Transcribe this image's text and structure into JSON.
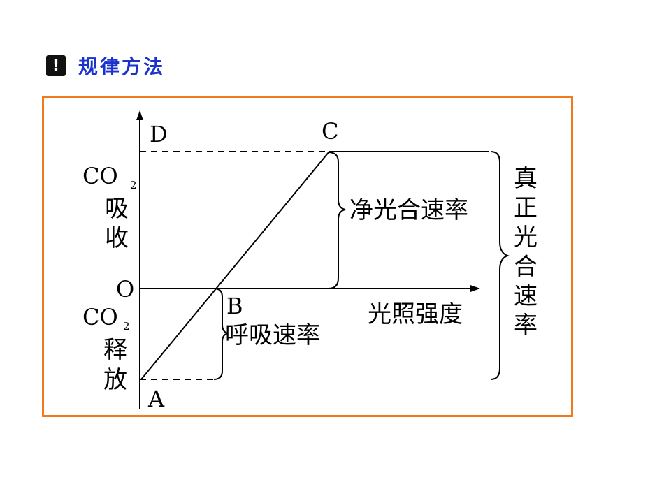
{
  "header": {
    "badge_symbol": "!",
    "title": "规律方法"
  },
  "diagram": {
    "points": {
      "D": "D",
      "C": "C",
      "O": "O",
      "B": "B",
      "A": "A"
    },
    "co2": "CO",
    "co2_sub": "2",
    "y_upper": [
      "吸",
      "收"
    ],
    "y_lower": [
      "释",
      "放"
    ],
    "x_axis_label": "光照强度",
    "net_rate": "净光合速率",
    "resp_rate": "呼吸速率",
    "true_rate": [
      "真",
      "正",
      "光",
      "合",
      "速",
      "率"
    ]
  },
  "colors": {
    "frame": "#f07a1e",
    "heading": "#1a33cc",
    "badge": "#111111"
  }
}
